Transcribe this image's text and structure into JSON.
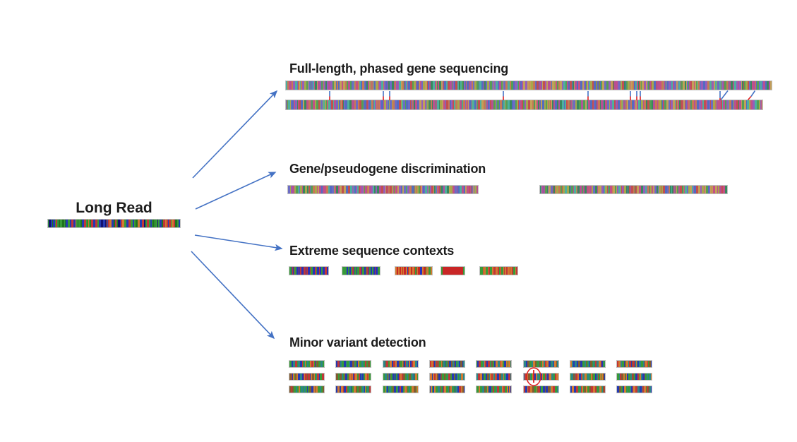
{
  "long_read": {
    "label": "Long Read"
  },
  "sections": [
    {
      "id": "full_length",
      "title": "Full-length, phased gene sequencing"
    },
    {
      "id": "gene_pseudogene",
      "title": "Gene/pseudogene discrimination"
    },
    {
      "id": "extreme_contexts",
      "title": "Extreme sequence contexts"
    },
    {
      "id": "minor_variant",
      "title": "Minor variant detection"
    }
  ],
  "full_length": {
    "reads": 2,
    "variant_tick_x": [
      467,
      543,
      552,
      713,
      833,
      893,
      902,
      907
    ],
    "diagonal_mark_x": [
      1020,
      1063
    ]
  },
  "gene_pseudogene": {
    "reads": 2
  },
  "extreme_contexts": {
    "reads": 5
  },
  "minor_variant": {
    "rows": 3,
    "columns": 8,
    "circled": {
      "row": 2,
      "column": 6
    }
  },
  "colors": {
    "arrow_blue": "#4472C4",
    "variant_blue": "#4472C4",
    "variant_red": "#E02020",
    "circle_red": "#E02020",
    "text": "#1C1C1C",
    "background": "#FFFFFF"
  },
  "palettes": {
    "rainbow": {
      "stripes": [
        [
          "#C44B9B",
          1
        ],
        [
          "#4F6BD0",
          1
        ],
        [
          "#D24B4B",
          1
        ],
        [
          "#4BA34B",
          1
        ],
        [
          "#C8A04B",
          1
        ],
        [
          "#9B5BC8",
          1
        ],
        [
          "#3EB4A0",
          1
        ],
        [
          "#D2774B",
          1
        ],
        [
          "#6B6BD2",
          1
        ],
        [
          "#A8A83C",
          1
        ],
        [
          "#D24B8C",
          1
        ],
        [
          "#2D8C5A",
          1
        ]
      ]
    },
    "long_read": {
      "stripes": [
        [
          "#2CA02C",
          5
        ],
        [
          "#147814",
          2
        ],
        [
          "#2038C8",
          3
        ],
        [
          "#D43232",
          2
        ],
        [
          "#E07820",
          2
        ],
        [
          "#101080",
          1
        ]
      ]
    },
    "minor": {
      "stripes": [
        [
          "#2CA02C",
          3
        ],
        [
          "#1E8A8A",
          2
        ],
        [
          "#2038C8",
          2
        ],
        [
          "#D43232",
          2
        ],
        [
          "#E07820",
          2
        ],
        [
          "#8A5A28",
          1
        ]
      ]
    },
    "ex_blue": {
      "lead": [
        [
          "#2CA02C",
          3
        ]
      ],
      "stripes": [
        [
          "#2330D2",
          6
        ],
        [
          "#D43232",
          1
        ],
        [
          "#2CA02C",
          1
        ]
      ]
    },
    "ex_bluegreen": {
      "lead": [
        [
          "#2CA02C",
          5
        ]
      ],
      "stripes": [
        [
          "#2330D2",
          4
        ],
        [
          "#2CA02C",
          3
        ],
        [
          "#D43232",
          1
        ]
      ]
    },
    "ex_red_mix": {
      "lead": [
        [
          "#E07820",
          2
        ],
        [
          "#E02020",
          2
        ],
        [
          "#E07820",
          2
        ],
        [
          "#E02020",
          2
        ],
        [
          "#E07820",
          2
        ]
      ],
      "stripes": [
        [
          "#E02020",
          6
        ],
        [
          "#E07820",
          2
        ],
        [
          "#2330D2",
          1
        ],
        [
          "#2CA02C",
          1
        ]
      ]
    },
    "ex_red_solid": {
      "lead": [
        [
          "#2CA02C",
          2
        ]
      ],
      "solid": "#E02020",
      "tail": [
        [
          "#2CA02C",
          2
        ]
      ]
    },
    "ex_orange": {
      "lead": [
        [
          "#2CA02C",
          4
        ]
      ],
      "stripes": [
        [
          "#E07820",
          5
        ],
        [
          "#D43232",
          3
        ],
        [
          "#2CA02C",
          1
        ]
      ]
    }
  }
}
